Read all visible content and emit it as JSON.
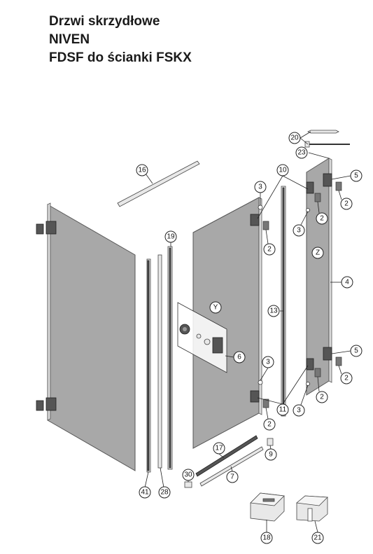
{
  "title": {
    "line1": "Drzwi skrzydłowe",
    "line2": "NIVEN",
    "line3": "FDSF do ścianki FSKX"
  },
  "callouts": [
    {
      "id": "c-16",
      "label": "16"
    },
    {
      "id": "c-3a",
      "label": "3"
    },
    {
      "id": "c-10",
      "label": "10"
    },
    {
      "id": "c-20",
      "label": "20"
    },
    {
      "id": "c-23",
      "label": "23"
    },
    {
      "id": "c-5a",
      "label": "5"
    },
    {
      "id": "c-2a",
      "label": "2"
    },
    {
      "id": "c-2b",
      "label": "2"
    },
    {
      "id": "c-3b",
      "label": "3"
    },
    {
      "id": "c-2c",
      "label": "2"
    },
    {
      "id": "c-z",
      "label": "Z"
    },
    {
      "id": "c-4",
      "label": "4"
    },
    {
      "id": "c-19",
      "label": "19"
    },
    {
      "id": "c-y",
      "label": "Y"
    },
    {
      "id": "c-13",
      "label": "13"
    },
    {
      "id": "c-6",
      "label": "6"
    },
    {
      "id": "c-3c",
      "label": "3"
    },
    {
      "id": "c-5b",
      "label": "5"
    },
    {
      "id": "c-2d",
      "label": "2"
    },
    {
      "id": "c-2e",
      "label": "2"
    },
    {
      "id": "c-11",
      "label": "11"
    },
    {
      "id": "c-3d",
      "label": "3"
    },
    {
      "id": "c-2f",
      "label": "2"
    },
    {
      "id": "c-9",
      "label": "9"
    },
    {
      "id": "c-17",
      "label": "17"
    },
    {
      "id": "c-7",
      "label": "7"
    },
    {
      "id": "c-30",
      "label": "30"
    },
    {
      "id": "c-41",
      "label": "41"
    },
    {
      "id": "c-28",
      "label": "28"
    },
    {
      "id": "c-18",
      "label": "18"
    },
    {
      "id": "c-21",
      "label": "21"
    }
  ]
}
